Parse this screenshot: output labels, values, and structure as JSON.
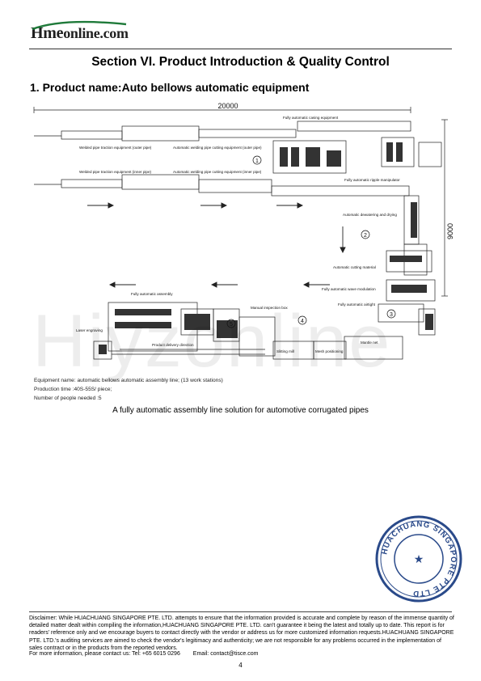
{
  "header": {
    "logo_brand": "Hme",
    "logo_suffix": "online.com"
  },
  "section_title": "Section VI. Product Introduction & Quality Control",
  "product_name": "1. Product name:Auto bellows automatic equipment",
  "diagram": {
    "dim_width": "20000",
    "dim_height": "9000",
    "labels": {
      "casing": "Fully automatic casing equipment",
      "traction_outer": "Welded pipe traction equipment (outer pipe)",
      "cutting_outer": "Automatic welding pipe cutting equipment (outer pipe)",
      "traction_inner": "Welded pipe traction equipment (inner pipe)",
      "cutting_inner": "Automatic welding pipe cutting equipment (inner pipe)",
      "ripple": "Fully automatic ripple manipulator",
      "dewatering": "Automatic dewatering and drying",
      "cutting_material": "Automatic cutting material",
      "wave": "Fully automatic wave modulation",
      "airtight": "Fully automatic airtight",
      "assembly": "Fully automatic assembly",
      "manual_box": "Manual inspection box",
      "laser": "Laser engraving",
      "delivery": "Product delivery direction",
      "slitting": "Slitting mill",
      "mesh": "Mesh positioning",
      "mantle": "Mantle net"
    },
    "stations": [
      "1",
      "2",
      "3",
      "4",
      "5"
    ],
    "info_lines": [
      "Equipment name: automatic bellows automatic assembly line; (13 work stations)",
      "Production time :40S-55S/ piece;",
      "Number of people needed :5"
    ]
  },
  "caption": "A fully automatic assembly line solution for automotive corrugated pipes",
  "watermark": "Hiyzonline",
  "seal": {
    "ring_text": "HUACHUANG SINGAPORE PTE LTD",
    "color": "#2a4a8a"
  },
  "footer": {
    "disclaimer": "Disclaimer: While HUACHUANG SINGAPORE PTE. LTD. attempts to ensure that the information provided is accurate and complete by reason of the immense quantity of detailed matter dealt within compiling the information,HUACHUANG SINGAPORE PTE. LTD. can't guarantee it being the latest and totally up to date. This report is for readers' reference only and we encourage buyers to contact directly with the vendor or address us for more customized information requests.HUACHUANG SINGAPORE PTE. LTD.'s auditing services are aimed to check the vendor's legitimacy and authenticity; we are not responsible for any problems occurred in the implementation of sales contract or in the products from the reported vendors.",
    "contact_prefix": "For more information, please contact us: Tel: +65 6015 0296",
    "email_label": "Email: contact@tisce.com",
    "page_number": "4"
  }
}
